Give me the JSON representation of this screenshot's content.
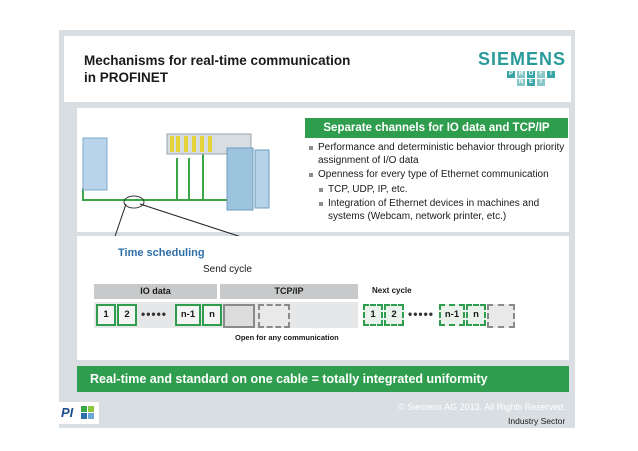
{
  "title": "Mechanisms for real-time communication\nin PROFINET",
  "brand": "SIEMENS",
  "profinet_letters_top": [
    "P",
    "R",
    "O",
    "F",
    "I"
  ],
  "profinet_letters_bottom": [
    "N",
    "E",
    "T"
  ],
  "channels_header": "Separate channels for IO data and TCP/IP",
  "bullets": {
    "b1": "Performance and deterministic behavior through priority assignment of I/O data",
    "b2": "Openness for every type of Ethernet communication",
    "b2_sub1": "TCP, UDP, IP, etc.",
    "b2_sub2": "Integration of Ethernet devices in machines and systems (Webcam, network printer, etc.)"
  },
  "schedule": {
    "title": "Time scheduling",
    "send_cycle": "Send cycle",
    "io_data": "IO data",
    "tcp_ip": "TCP/IP",
    "next_cycle": "Next cycle",
    "open_label": "Open for any communication",
    "frames": {
      "f1": "1",
      "f2": "2",
      "fn1": "n-1",
      "fn": "n"
    },
    "next_frames": {
      "f1": "1",
      "f2": "2",
      "fn1": "n-1",
      "fn": "n"
    }
  },
  "footer": "Real-time and standard on one cable = totally integrated uniformity",
  "copyright": "© Siemens AG 2013. All Rights Reserved.",
  "sector": "Industry Sector",
  "colors": {
    "accent_green": "#2e9e4e",
    "brand_teal": "#2a9b9b",
    "schedule_title": "#2f6fa7"
  }
}
